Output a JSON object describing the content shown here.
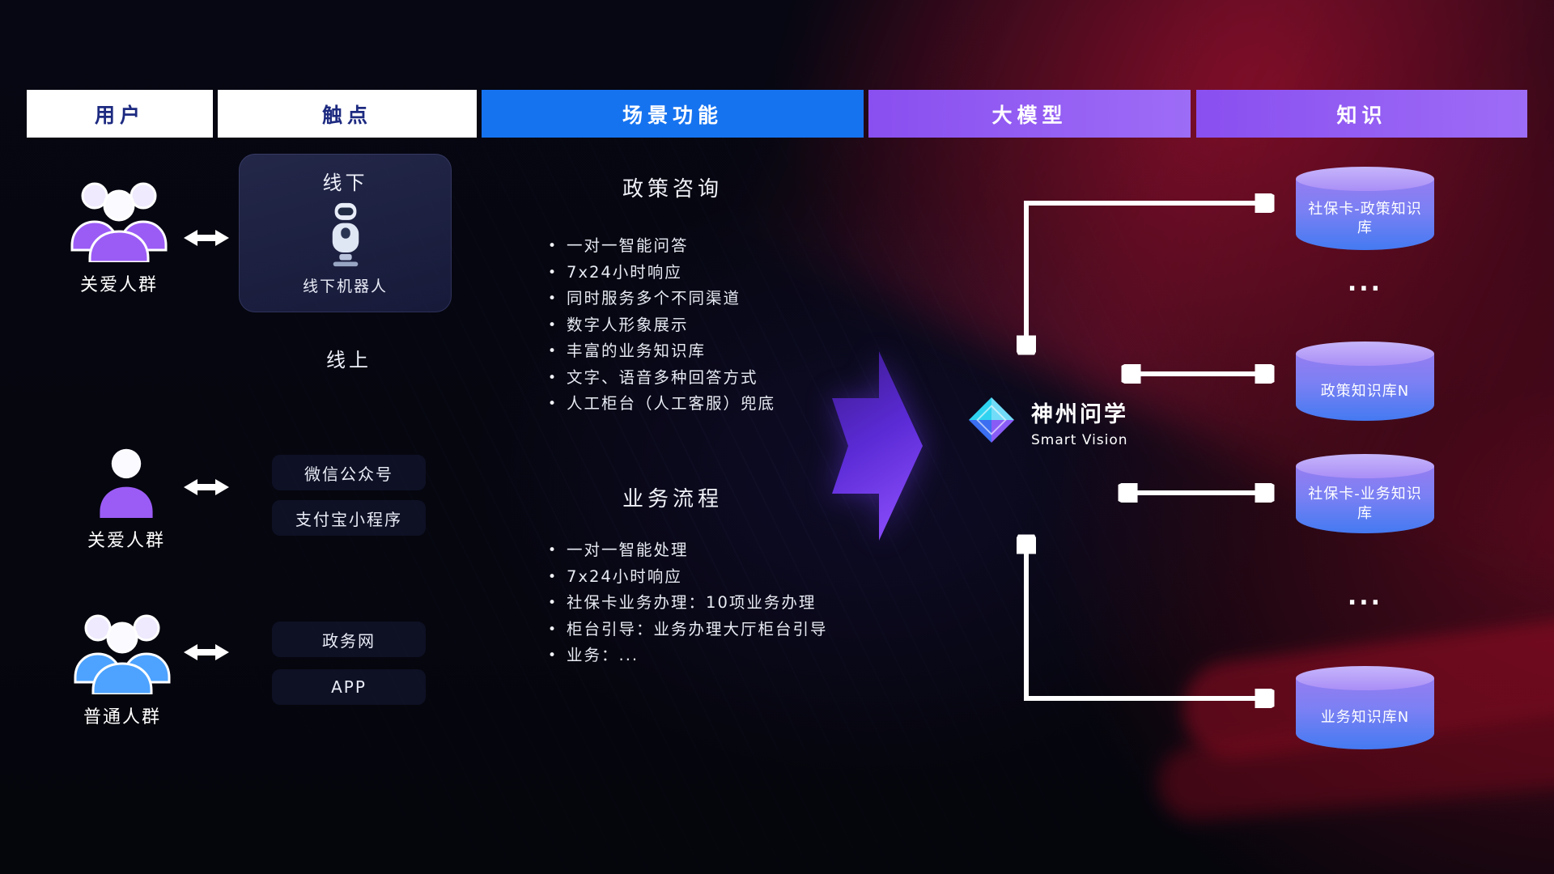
{
  "colors": {
    "header_blue": "#1673f0",
    "header_purple": "#8a4ff0",
    "header_text_dark": "#1d2a80",
    "cylinder_purple": "#957df2",
    "cylinder_blue": "#447af2",
    "big_arrow_purple": "#5b2bd6",
    "people_purple": "#9b5cf5",
    "people_blue": "#4da3ff",
    "connector_white": "#ffffff"
  },
  "columns": [
    {
      "label": "用户"
    },
    {
      "label": "触点"
    },
    {
      "label": "场景功能"
    },
    {
      "label": "大模型"
    },
    {
      "label": "知识"
    }
  ],
  "users": [
    {
      "label": "关爱人群"
    },
    {
      "label": "关爱人群"
    },
    {
      "label": "普通人群"
    }
  ],
  "touchpoints": {
    "offline": {
      "title": "线下",
      "caption": "线下机器人"
    },
    "online_label": "线上",
    "channels": [
      "微信公众号",
      "支付宝小程序",
      "政务网",
      "APP"
    ]
  },
  "scenarios": [
    {
      "title": "政策咨询",
      "items": [
        "一对一智能问答",
        "7x24小时响应",
        "同时服务多个不同渠道",
        "数字人形象展示",
        "丰富的业务知识库",
        "文字、语音多种回答方式",
        "人工柜台（人工客服）兜底"
      ]
    },
    {
      "title": "业务流程",
      "items": [
        "一对一智能处理",
        "7x24小时响应",
        "社保卡业务办理：10项业务办理",
        "柜台引导：业务办理大厅柜台引导",
        "业务：..."
      ]
    }
  ],
  "model": {
    "name": "神州问学",
    "subtitle": "Smart Vision"
  },
  "knowledge": [
    {
      "label": "社保卡-政策知识库"
    },
    {
      "label": "..."
    },
    {
      "label": "政策知识库N"
    },
    {
      "label": "社保卡-业务知识库"
    },
    {
      "label": "..."
    },
    {
      "label": "业务知识库N"
    }
  ]
}
